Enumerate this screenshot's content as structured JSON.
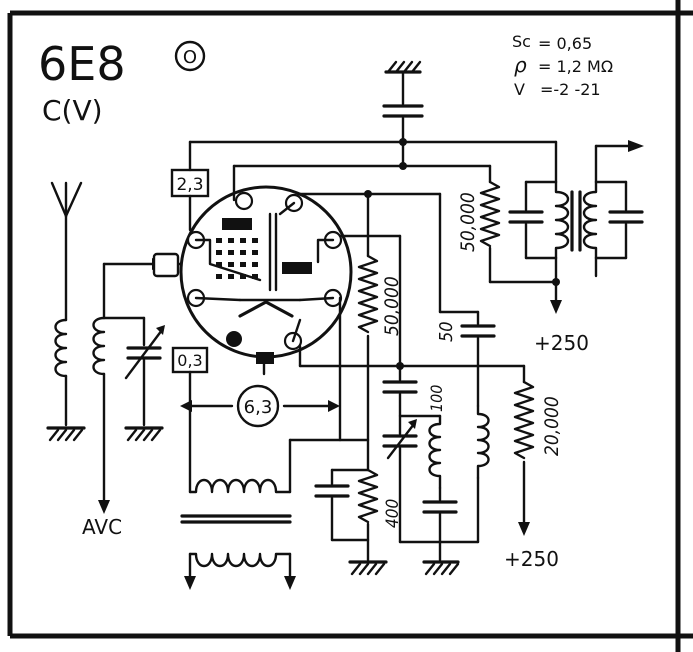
{
  "tube": {
    "type": "6E8",
    "base_code": "O",
    "class": "C(V)"
  },
  "specs": {
    "sc_label": "Sc",
    "sc_value": "= 0,65",
    "rho_label": "ρ",
    "rho_value": "= 1,2 MΩ",
    "v_label": "V",
    "v_value": "=-2 -21"
  },
  "labels": {
    "pin_top": "2,3",
    "pin_bottom": "0,3",
    "filament_voltage": "6,3",
    "avc": "AVC",
    "b_plus_top": "+250",
    "b_plus_bottom": "+250"
  },
  "components": {
    "r_plate": "50,000",
    "r_screen": "50,000",
    "r_osc": "20,000",
    "r_cathode": "400",
    "c_coupling": "50",
    "c_trimmer": "100"
  }
}
